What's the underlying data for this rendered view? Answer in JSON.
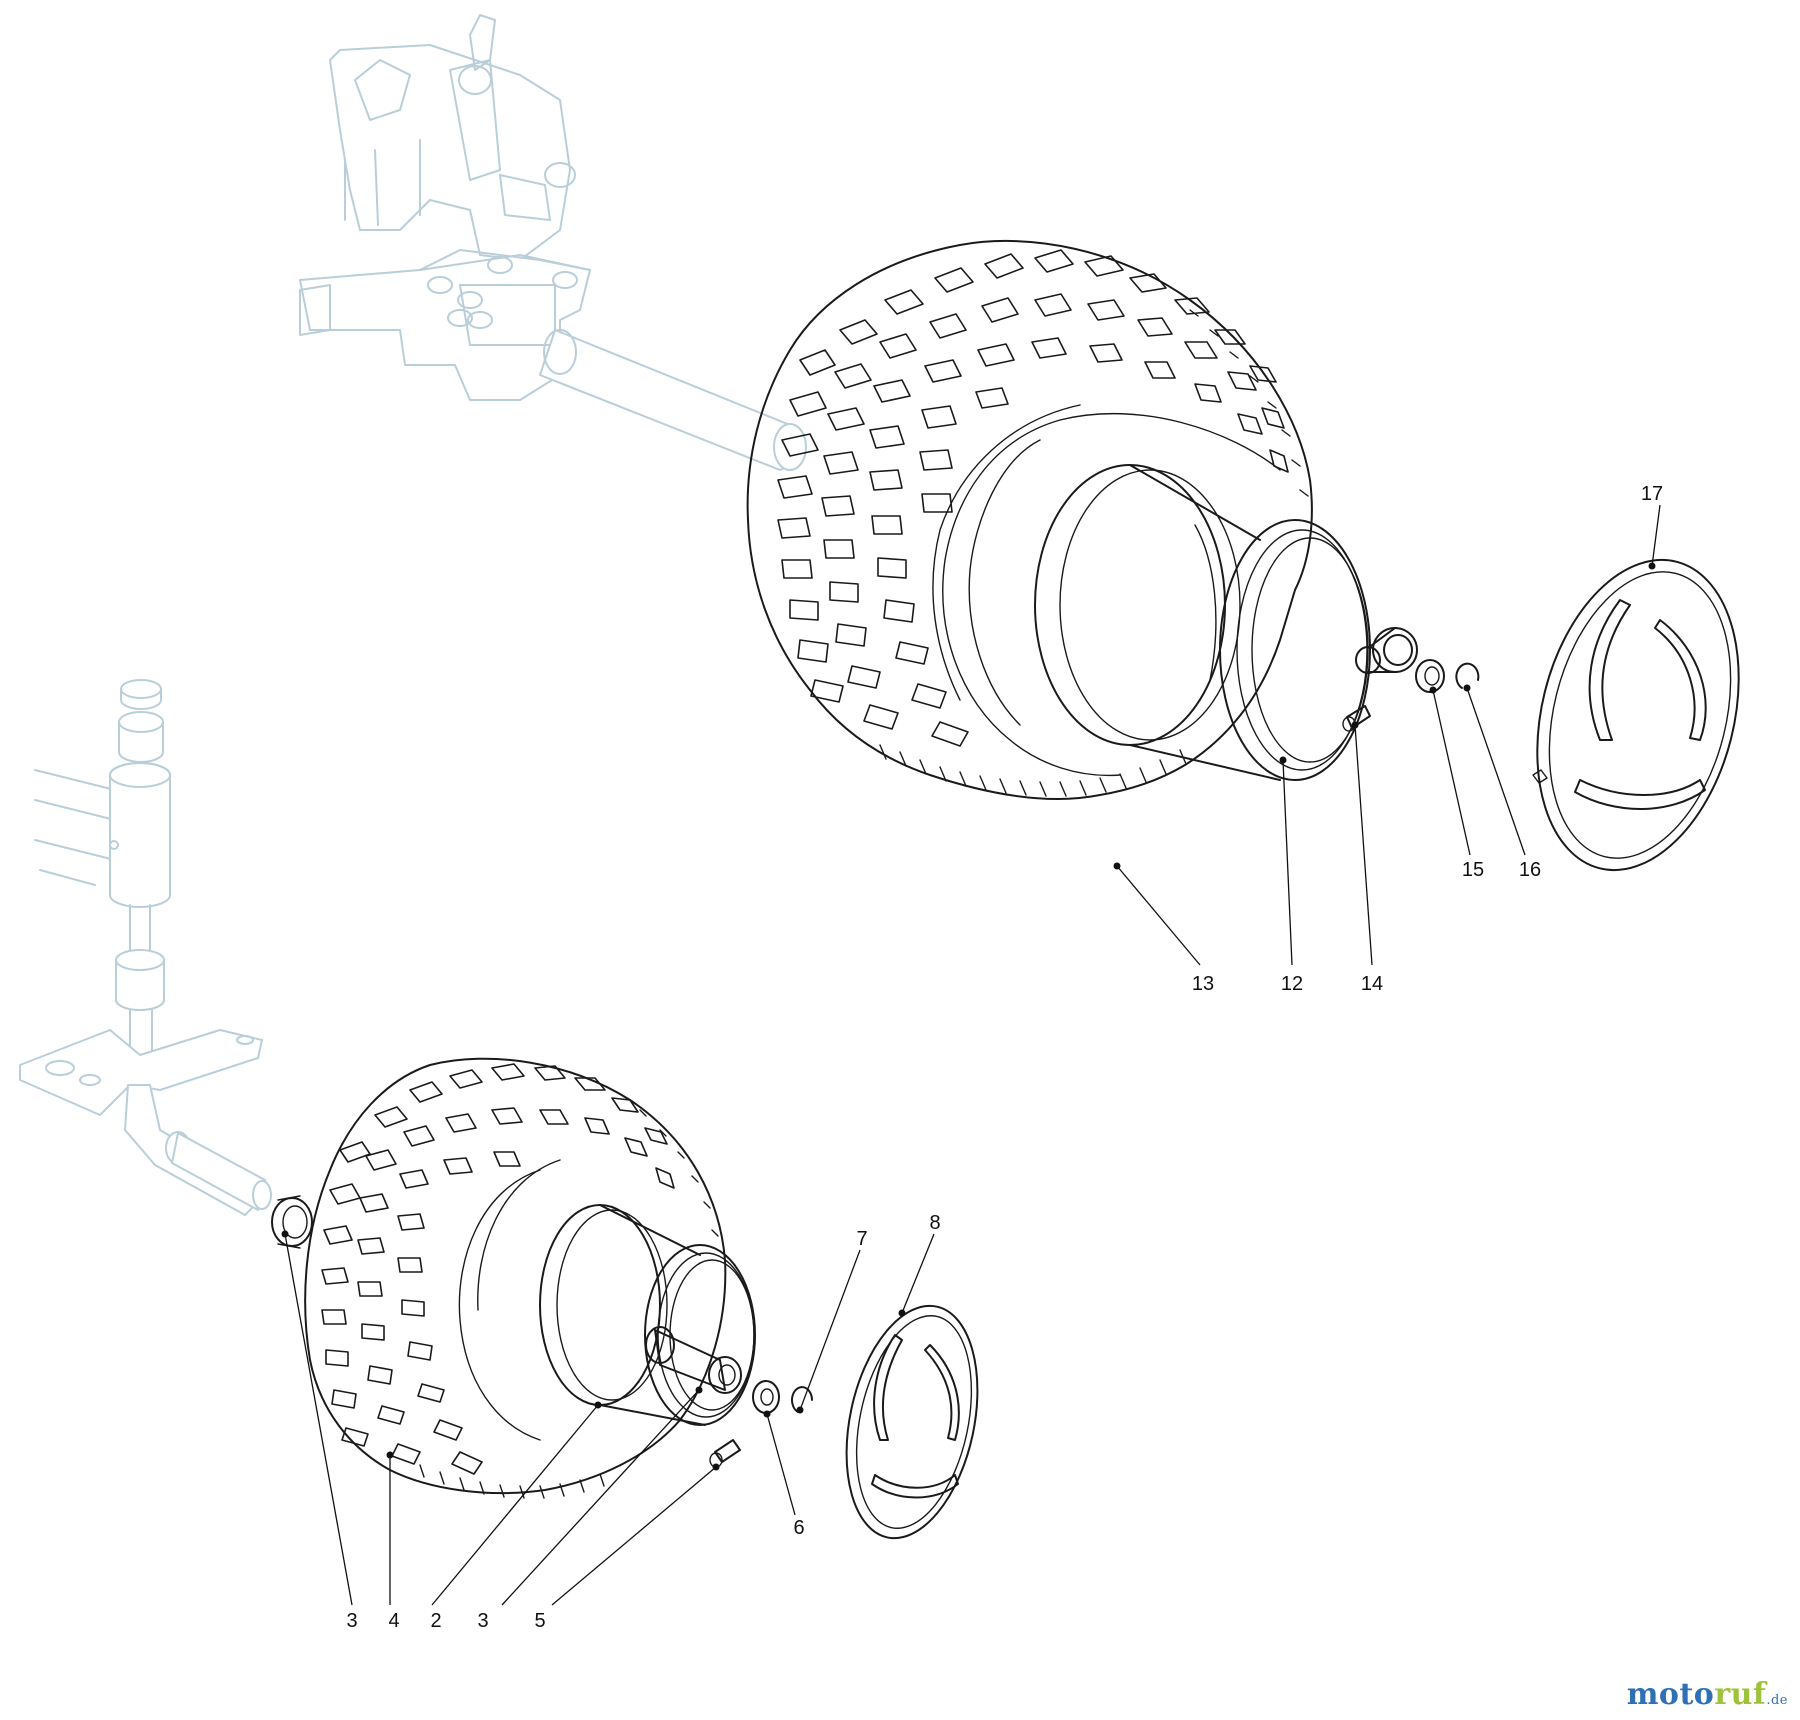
{
  "callouts": {
    "c17": "17",
    "c15": "15",
    "c16": "16",
    "c13": "13",
    "c12": "12",
    "c14": "14",
    "c7": "7",
    "c8": "8",
    "c6": "6",
    "c3a": "3",
    "c4": "4",
    "c2": "2",
    "c3b": "3",
    "c5": "5"
  },
  "brand": {
    "part1": "moto",
    "part2": "ruf",
    "tld": ".de"
  },
  "colors": {
    "ghost": "#b9ced9",
    "ink": "#1a1a1a",
    "brand_blue": "#2f6fb5",
    "brand_green": "#9ec23b"
  }
}
